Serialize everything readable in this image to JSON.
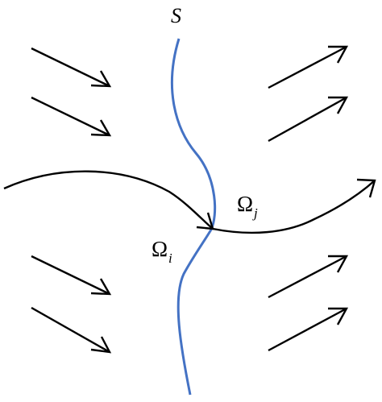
{
  "labels": {
    "surface": "S",
    "omega_i": "Ω",
    "omega_i_sub": "i",
    "omega_j": "Ω",
    "omega_j_sub": "j"
  },
  "colors": {
    "interface_curve": "#4472c4",
    "arrows": "#000000",
    "background": "#ffffff"
  }
}
